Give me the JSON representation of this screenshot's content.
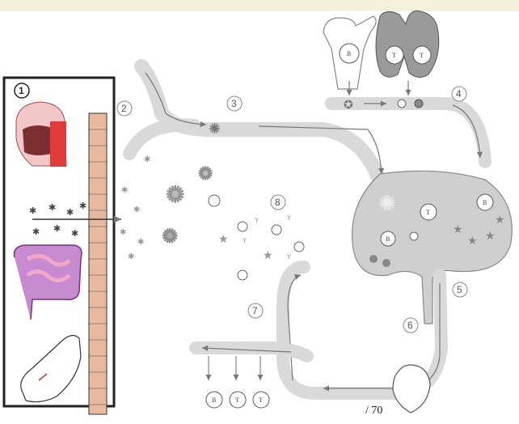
{
  "steps": {
    "s1": "1",
    "s2": "2",
    "s3": "3",
    "s4": "4",
    "s5": "5",
    "s6": "6",
    "s7": "7",
    "s8": "8"
  },
  "cells": {
    "bone_marrow": "B",
    "thymus_a": "T",
    "thymus_b": "T",
    "node_a": "B",
    "node_b": "T",
    "node_c": "B",
    "bottom_a": "B",
    "bottom_b": "T",
    "bottom_c": "T"
  },
  "page_number": "/ 70",
  "colors": {
    "vessel": "#d9d9d9",
    "node": "#cfcfcf",
    "tissue": "#e8b9a0",
    "mouth": "#e05a5a",
    "intestine": "#c78ad0"
  }
}
